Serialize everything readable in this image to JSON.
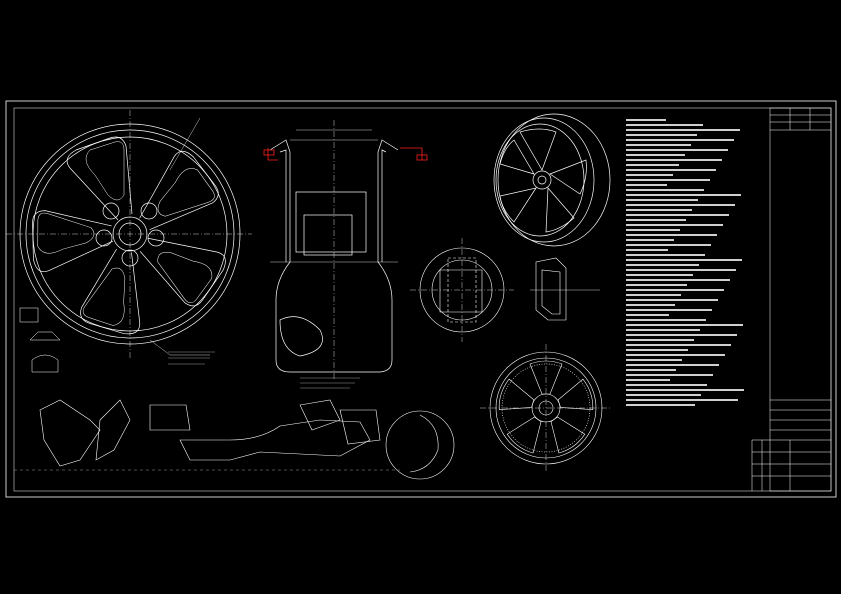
{
  "drawing": {
    "background": "#000000",
    "line_color": "#ffffff",
    "highlight_color": "#ff2020",
    "sheet_reference_color": "#ff3030"
  },
  "views": [
    {
      "id": "front-view",
      "kind": "wheel-front"
    },
    {
      "id": "cross-section",
      "kind": "rim-section"
    },
    {
      "id": "iso-view",
      "kind": "wheel-isometric"
    },
    {
      "id": "detail-section",
      "kind": "hub-detail"
    },
    {
      "id": "rear-view",
      "kind": "wheel-rear"
    },
    {
      "id": "profile-detail",
      "kind": "flange-profile"
    }
  ],
  "notes": {
    "line_count": 58
  },
  "sheet_reference": ""
}
